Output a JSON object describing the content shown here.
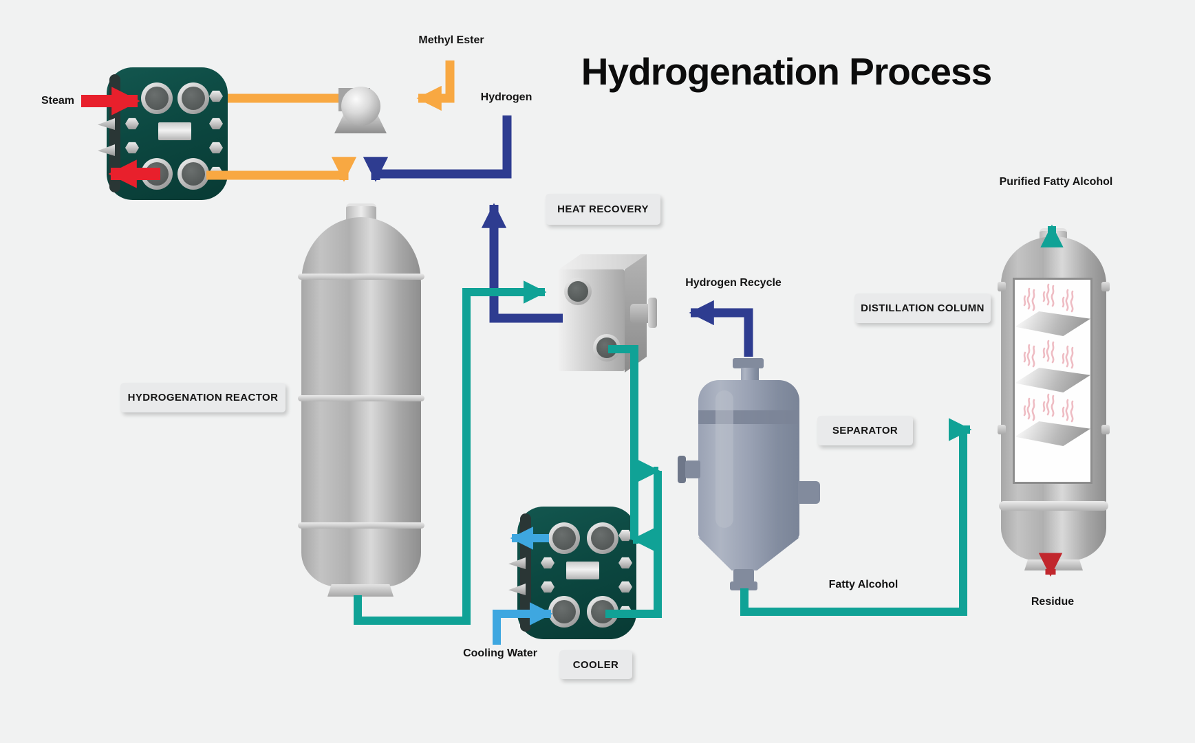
{
  "title": "Hydrogenation Process",
  "colors": {
    "background": "#f1f2f2",
    "ink": "#141414",
    "teal": "#10a296",
    "navy": "#2e3c90",
    "orange": "#f8a842",
    "red": "#e8202c",
    "crimson": "#c1272d",
    "lightblue": "#3ea7e0",
    "exchanger_green": "#0d4b44",
    "label_bg": "#e9eaeb"
  },
  "equipment_labels": {
    "heat_recovery": "HEAT RECOVERY",
    "hydrogenation_reactor": "HYDROGENATION REACTOR",
    "separator": "SEPARATOR",
    "cooler": "COOLER",
    "distillation_column": "DISTILLATION COLUMN"
  },
  "stream_labels": {
    "steam": "Steam",
    "methyl_ester": "Methyl Ester",
    "hydrogen": "Hydrogen",
    "hydrogen_recycle": "Hydrogen Recycle",
    "cooling_water": "Cooling Water",
    "fatty_alcohol": "Fatty Alcohol",
    "purified_fatty_alcohol": "Purified Fatty Alcohol",
    "residue": "Residue"
  }
}
